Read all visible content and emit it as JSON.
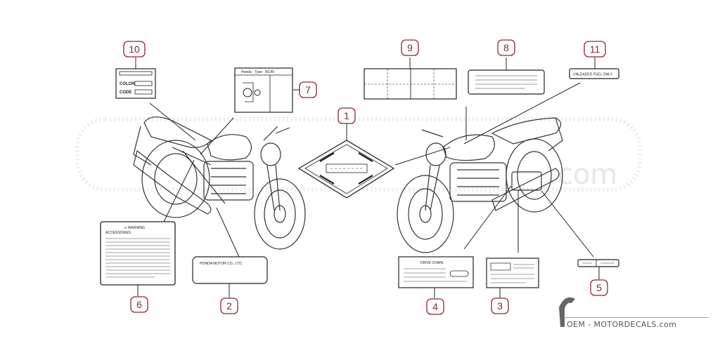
{
  "callouts": [
    {
      "id": "c1",
      "number": "1"
    },
    {
      "id": "c2",
      "number": "2"
    },
    {
      "id": "c3",
      "number": "3"
    },
    {
      "id": "c4",
      "number": "4"
    },
    {
      "id": "c5",
      "number": "5"
    },
    {
      "id": "c6",
      "number": "6"
    },
    {
      "id": "c7",
      "number": "7"
    },
    {
      "id": "c8",
      "number": "8"
    },
    {
      "id": "c9",
      "number": "9"
    },
    {
      "id": "c10",
      "number": "10"
    },
    {
      "id": "c11",
      "number": "11"
    }
  ],
  "labels": {
    "color_code": {
      "color": "COLOR",
      "code": "CODE"
    },
    "type_label": {
      "header": "Honda · Type · BC49"
    },
    "warning": {
      "title": "⚠ WARNING",
      "subtitle": "ACCESSORIES"
    },
    "maker": {
      "text": "HONDA MOTOR CO., LTD."
    },
    "drive_chain": {
      "title": "DRIVE CHAIN"
    },
    "unleaded": {
      "text": "UNLEADED FUEL ONLY"
    }
  },
  "brand": {
    "text": "OEM - MOTORDECALS.com"
  },
  "colors": {
    "callout": "#8a2630",
    "line": "#222222",
    "watermark": "#e7e7e7"
  }
}
